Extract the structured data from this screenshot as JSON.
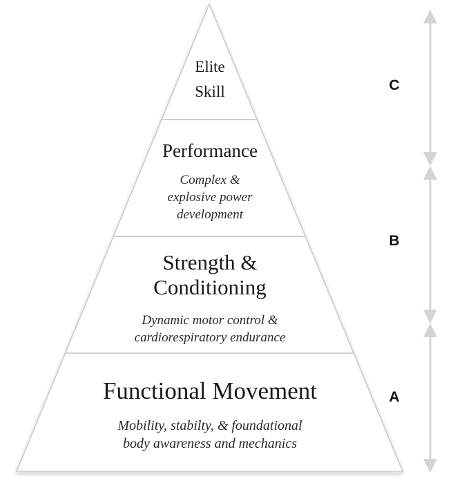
{
  "pyramid": {
    "tiers": [
      {
        "id": "elite",
        "title_lines": [
          "Elite",
          "Skill"
        ],
        "desc_lines": []
      },
      {
        "id": "performance",
        "title_lines": [
          "Performance"
        ],
        "desc_lines": [
          "Complex &",
          "explosive power",
          "development"
        ]
      },
      {
        "id": "strength",
        "title_lines": [
          "Strength &",
          "Conditioning"
        ],
        "desc_lines": [
          "Dynamic motor control &",
          "cardiorespiratory endurance"
        ]
      },
      {
        "id": "functional",
        "title_lines": [
          "Functional Movement"
        ],
        "desc_lines": [
          "Mobility, stabilty, & foundational",
          "body awareness and mechanics"
        ]
      }
    ],
    "colors": {
      "fill": "#ffffff",
      "edge": "#c8c8c8",
      "divider": "#cfcfcf",
      "shadow": "#e3e3e3",
      "arrow": "#d4d4d4"
    }
  },
  "levels": [
    {
      "label": "C"
    },
    {
      "label": "B"
    },
    {
      "label": "A"
    }
  ]
}
